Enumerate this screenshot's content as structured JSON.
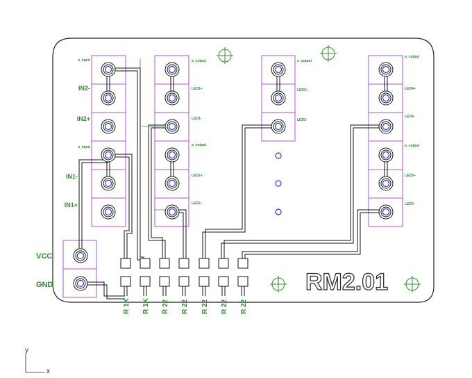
{
  "board_title": "RM2.01",
  "power_labels": {
    "vcc": "VCC",
    "gnd": "GND"
  },
  "connector_a": {
    "pins": [
      {
        "label": "a_input"
      },
      {
        "label": "IN2-"
      },
      {
        "label": "IN2+"
      },
      {
        "label": "a_input"
      },
      {
        "label": "IN1-"
      },
      {
        "label": "IN1+"
      }
    ]
  },
  "connector_b": {
    "pins": [
      {
        "label": "a_output"
      },
      {
        "label": "LED1+"
      },
      {
        "label": "LED1-"
      },
      {
        "label": "a_output"
      },
      {
        "label": "LED2+"
      },
      {
        "label": "LED2-"
      }
    ]
  },
  "connector_c": {
    "pins": [
      {
        "label": "a_output"
      },
      {
        "label": "LED3+"
      },
      {
        "label": "LED3-"
      }
    ]
  },
  "connector_d": {
    "pins": [
      {
        "label": "a_output"
      },
      {
        "label": "LED4+"
      },
      {
        "label": "LED4-"
      },
      {
        "label": "a_output"
      },
      {
        "label": "LED5+"
      },
      {
        "label": "LED5-"
      }
    ]
  },
  "resistors": [
    {
      "label": "R 1K"
    },
    {
      "label": "R 1K"
    },
    {
      "label": "R 22"
    },
    {
      "label": "R 22"
    },
    {
      "label": "R 22"
    },
    {
      "label": "R 22"
    },
    {
      "label": "R 22"
    }
  ],
  "axis": {
    "y": "y",
    "x": "x"
  },
  "colors": {
    "outline": "#222222",
    "pads": "#3333cc",
    "silkscreen": "#2e8b2e",
    "component_box": "#b050d0",
    "trace": "#111111"
  }
}
